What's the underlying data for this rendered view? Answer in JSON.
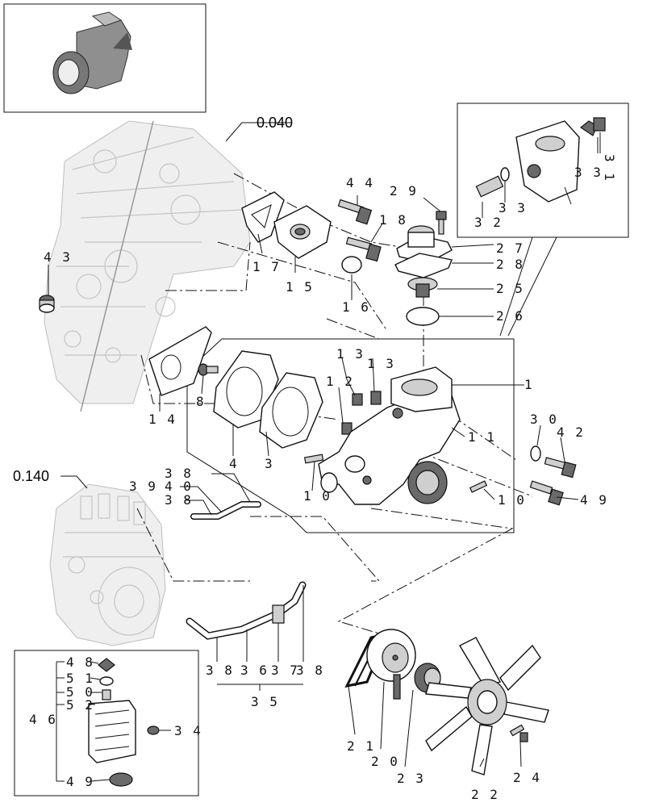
{
  "references": {
    "cylinder_head": "0.040",
    "injection_pump": "0.140"
  },
  "callouts": [
    {
      "id": "p1",
      "text": "1"
    },
    {
      "id": "p3",
      "text": "3"
    },
    {
      "id": "p4",
      "text": "4"
    },
    {
      "id": "p8",
      "text": "8"
    },
    {
      "id": "p10a",
      "text": "1 0"
    },
    {
      "id": "p10b",
      "text": "1 0"
    },
    {
      "id": "p11",
      "text": "1 1"
    },
    {
      "id": "p12",
      "text": "1 2"
    },
    {
      "id": "p13a",
      "text": "1 3"
    },
    {
      "id": "p13b",
      "text": "1 3"
    },
    {
      "id": "p14",
      "text": "1 4"
    },
    {
      "id": "p15",
      "text": "1 5"
    },
    {
      "id": "p16",
      "text": "1 6"
    },
    {
      "id": "p17",
      "text": "1 7"
    },
    {
      "id": "p18",
      "text": "1 8"
    },
    {
      "id": "p20",
      "text": "2 0"
    },
    {
      "id": "p21",
      "text": "2 1"
    },
    {
      "id": "p22",
      "text": "2 2"
    },
    {
      "id": "p23",
      "text": "2 3"
    },
    {
      "id": "p24",
      "text": "2 4"
    },
    {
      "id": "p25",
      "text": "2 5"
    },
    {
      "id": "p26",
      "text": "2 6"
    },
    {
      "id": "p27",
      "text": "2 7"
    },
    {
      "id": "p28",
      "text": "2 8"
    },
    {
      "id": "p29",
      "text": "2 9"
    },
    {
      "id": "p30",
      "text": "3 0"
    },
    {
      "id": "p31",
      "text": "3 1"
    },
    {
      "id": "p32",
      "text": "3 2"
    },
    {
      "id": "p33a",
      "text": "3 3"
    },
    {
      "id": "p33b",
      "text": "3 3"
    },
    {
      "id": "p34",
      "text": "3 4"
    },
    {
      "id": "p35",
      "text": "3 5"
    },
    {
      "id": "p36",
      "text": "3 6"
    },
    {
      "id": "p37",
      "text": "3 7"
    },
    {
      "id": "p38a",
      "text": "3 8"
    },
    {
      "id": "p38b",
      "text": "3 8"
    },
    {
      "id": "p38c",
      "text": "3 8"
    },
    {
      "id": "p38d",
      "text": "3 8"
    },
    {
      "id": "p39",
      "text": "3 9"
    },
    {
      "id": "p40",
      "text": "4 0"
    },
    {
      "id": "p42",
      "text": "4 2"
    },
    {
      "id": "p43",
      "text": "4 3"
    },
    {
      "id": "p44",
      "text": "4 4"
    },
    {
      "id": "p46",
      "text": "4 6"
    },
    {
      "id": "p48",
      "text": "4 8"
    },
    {
      "id": "p49a",
      "text": "4 9"
    },
    {
      "id": "p49b",
      "text": "4 9"
    },
    {
      "id": "p50",
      "text": "5 0"
    },
    {
      "id": "p51",
      "text": "5 1"
    },
    {
      "id": "p52",
      "text": "5 2"
    }
  ]
}
